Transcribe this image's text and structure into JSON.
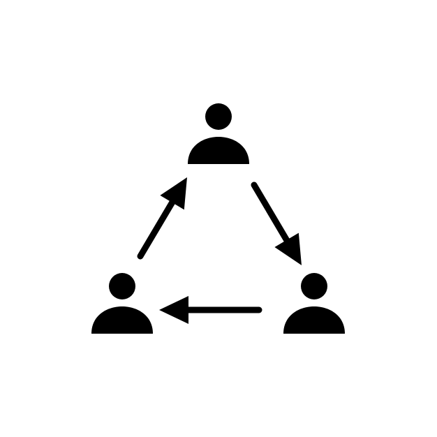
{
  "diagram": {
    "type": "cycle",
    "nodes": [
      {
        "id": "top",
        "icon": "person-icon"
      },
      {
        "id": "right",
        "icon": "person-icon"
      },
      {
        "id": "left",
        "icon": "person-icon"
      }
    ],
    "edges": [
      {
        "from": "top",
        "to": "right",
        "icon": "arrow-icon"
      },
      {
        "from": "right",
        "to": "left",
        "icon": "arrow-icon"
      },
      {
        "from": "left",
        "to": "top",
        "icon": "arrow-icon"
      }
    ],
    "colors": {
      "foreground": "#000000",
      "background": "#ffffff"
    }
  }
}
